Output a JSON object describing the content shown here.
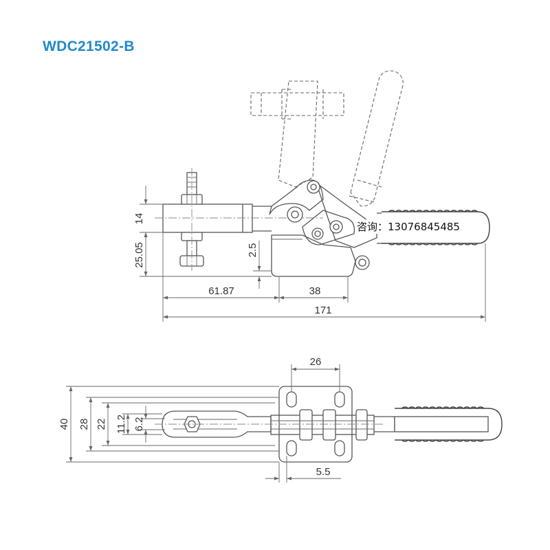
{
  "title": "WDC21502-B",
  "contact": "咨询：13076845485",
  "side_view": {
    "dims": {
      "d14": "14",
      "d25_05": "25.05",
      "d2_5": "2.5",
      "d61_87": "61.87",
      "d38": "38",
      "d171": "171"
    }
  },
  "top_view": {
    "dims": {
      "d26": "26",
      "d40": "40",
      "d28": "28",
      "d22": "22",
      "d11_2": "11.2",
      "d6_2": "6.2",
      "d5_5": "5.5"
    }
  },
  "colors": {
    "title": "#1f8ac9",
    "lines": "#555555"
  }
}
